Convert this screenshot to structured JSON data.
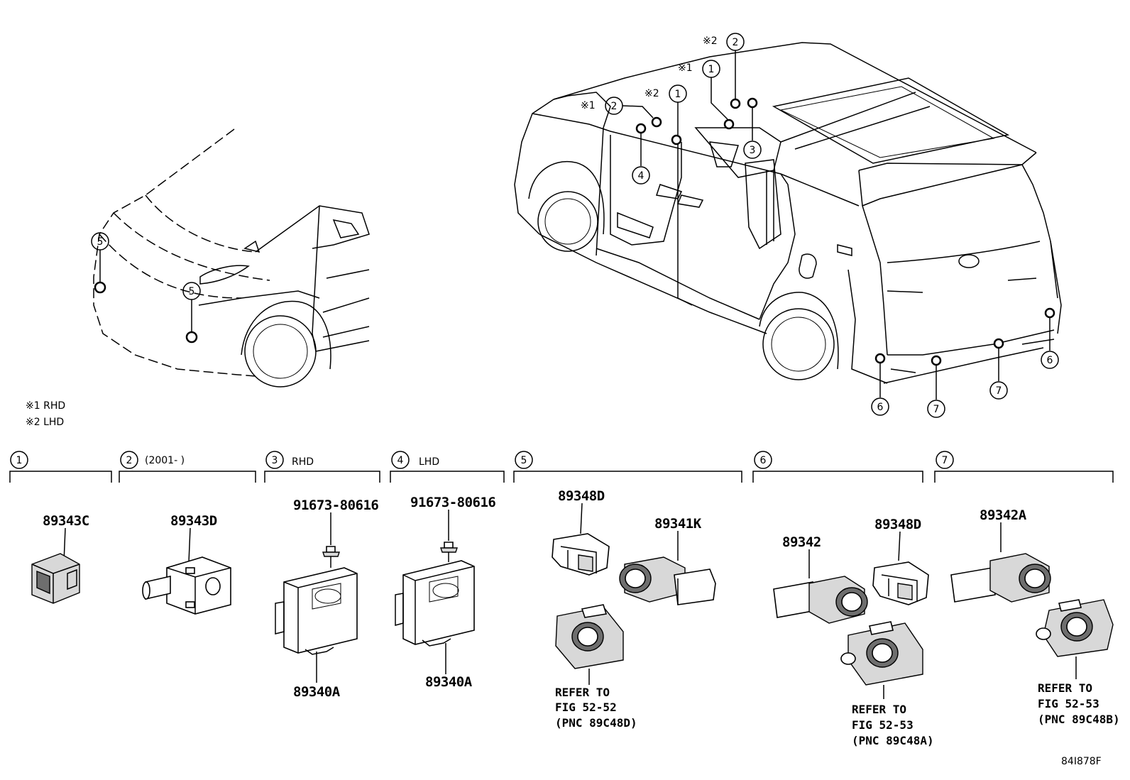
{
  "notes": {
    "note1": "※1 RHD",
    "note2": "※2 LHD"
  },
  "markers": {
    "m1": "※1",
    "m2": "※2"
  },
  "callouts": [
    "1",
    "2",
    "3",
    "4",
    "5",
    "6",
    "7"
  ],
  "sections": [
    {
      "num": "1",
      "label": ""
    },
    {
      "num": "2",
      "label": "(2001-      )"
    },
    {
      "num": "3",
      "label": "RHD"
    },
    {
      "num": "4",
      "label": "LHD"
    },
    {
      "num": "5",
      "label": ""
    },
    {
      "num": "6",
      "label": ""
    },
    {
      "num": "7",
      "label": ""
    }
  ],
  "parts": {
    "p1": "89343C",
    "p2": "89343D",
    "p3_bolt": "91673-80616",
    "p3_ecu": "89340A",
    "p4_bolt": "91673-80616",
    "p4_ecu": "89340A",
    "p5_bracket": "89348D",
    "p5_sensor": "89341K",
    "p6_sensor": "89342",
    "p6_bracket": "89348D",
    "p7_sensor": "89342A"
  },
  "refs": {
    "r5": [
      "REFER TO",
      "FIG 52-52",
      "(PNC 89C48D)"
    ],
    "r6": [
      "REFER TO",
      "FIG 52-53",
      "(PNC 89C48A)"
    ],
    "r7": [
      "REFER TO",
      "FIG 52-53",
      "(PNC 89C48B)"
    ]
  },
  "figure_id": "84I878F"
}
